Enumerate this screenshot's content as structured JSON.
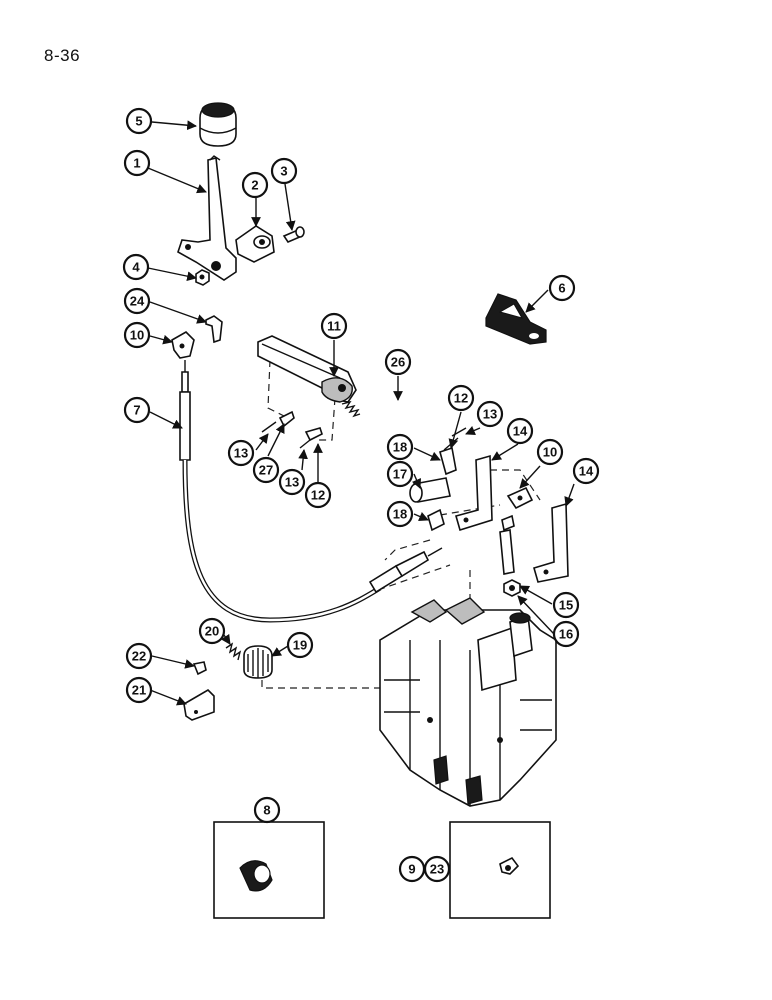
{
  "page": {
    "number": "8-36"
  },
  "callouts": {
    "c1": "1",
    "c2": "2",
    "c3": "3",
    "c4": "4",
    "c5": "5",
    "c6": "6",
    "c7": "7",
    "c8": "8",
    "c9": "9",
    "c10a": "10",
    "c10b": "10",
    "c11": "11",
    "c12a": "12",
    "c12b": "12",
    "c13a": "13",
    "c13b": "13",
    "c13c": "13",
    "c14a": "14",
    "c14b": "14",
    "c15": "15",
    "c16": "16",
    "c17": "17",
    "c18a": "18",
    "c18b": "18",
    "c19": "19",
    "c20": "20",
    "c21": "21",
    "c22": "22",
    "c23": "23",
    "c24": "24",
    "c26": "26",
    "c27": "27"
  }
}
